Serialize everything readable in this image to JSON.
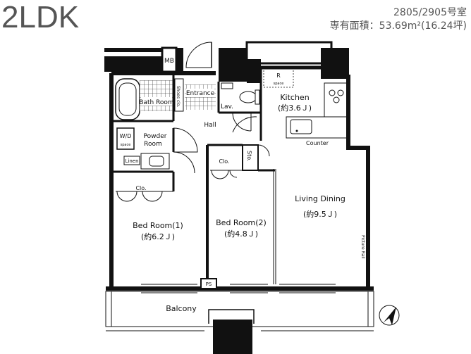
{
  "header": {
    "plan_type": "2LDK",
    "unit_number": "2805/2905号室",
    "area_label": "専有面積：",
    "area_value": "53.69m²(16.24坪)"
  },
  "rooms": {
    "mb": "MB",
    "bath": "Bath Room",
    "shoes": "Shoes clo.",
    "entrance": "Entrance",
    "lav": "Lav.",
    "r_space": "R",
    "r_space_sub": "space",
    "kitchen": "Kitchen",
    "kitchen_size": "(約3.6Ｊ)",
    "hall": "Hall",
    "wd": "W/D",
    "wd_sub": "space",
    "powder1": "Powder",
    "powder2": "Room",
    "linen": "Linen",
    "counter": "Counter",
    "clo_small": "Clo.",
    "sto": "Sto.",
    "clo_bed1": "Clo.",
    "living": "Living Dining",
    "living_size": "(約9.5Ｊ)",
    "bed1": "Bed Room(1)",
    "bed1_size": "(約6.2Ｊ)",
    "bed2": "Bed Room(2)",
    "bed2_size": "(約4.8Ｊ)",
    "picture_rail": "Picture Rail",
    "ps": "PS",
    "balcony": "Balcony"
  },
  "colors": {
    "wall": "#111111",
    "header_text": "#555555",
    "tile": "#444444"
  },
  "icons": {
    "compass": "north-arrow-icon"
  }
}
